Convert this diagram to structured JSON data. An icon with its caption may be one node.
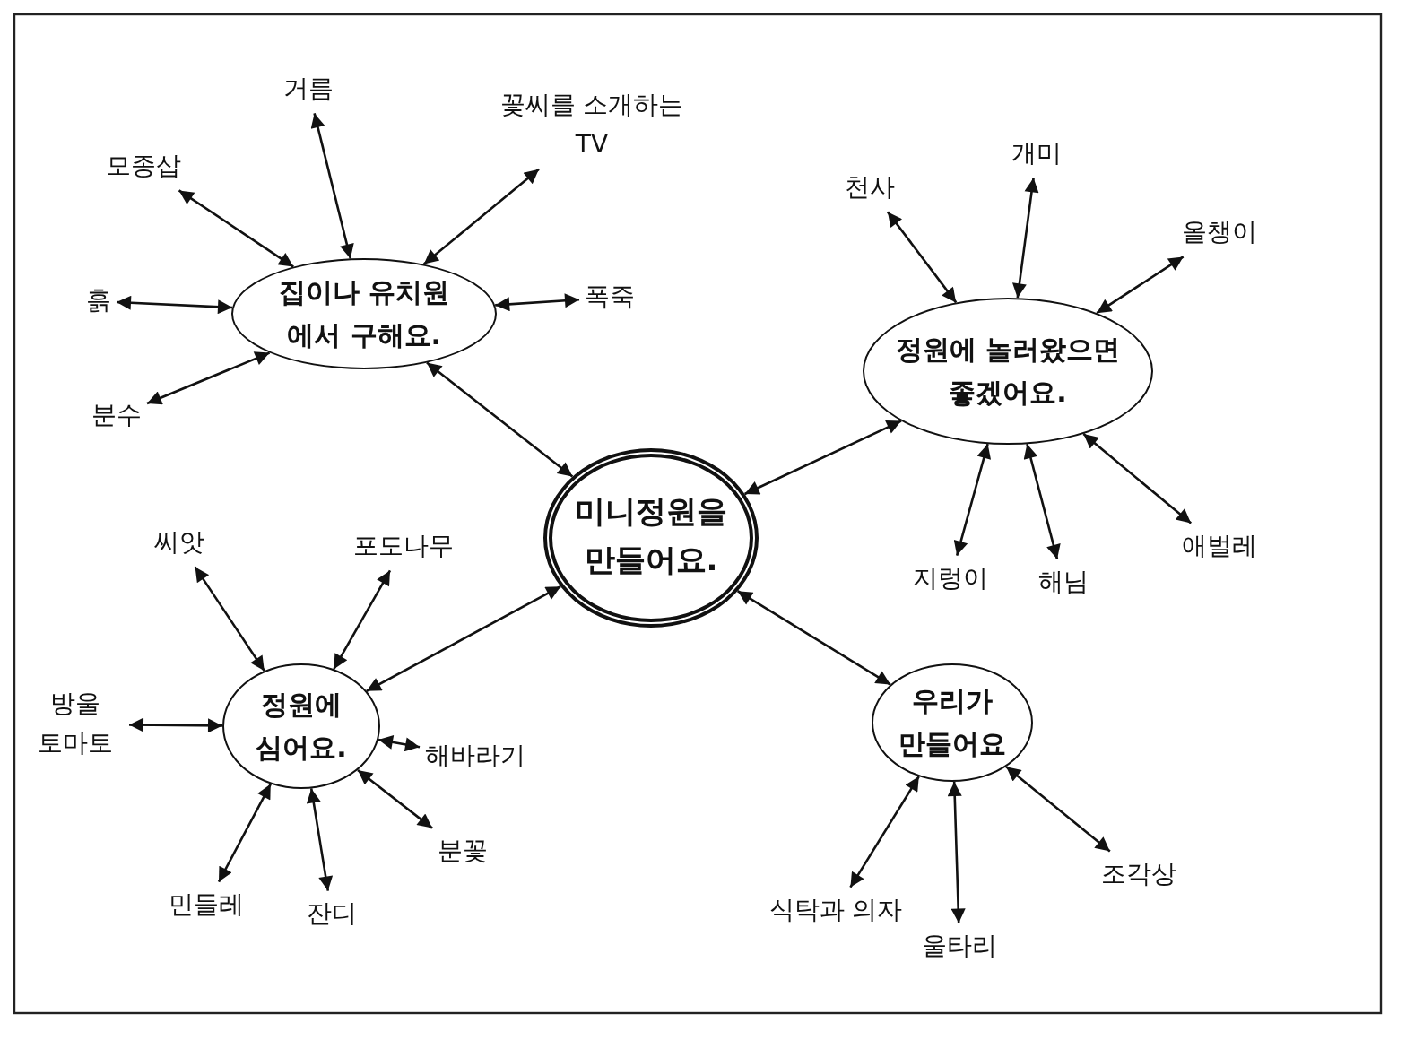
{
  "diagram": {
    "nodes": [
      {
        "text": [
          "미니정원을 만들어요."
        ]
      },
      {
        "text": [
          "집이나 유치원 에서 구해요."
        ]
      },
      {
        "text": [
          "모종삽"
        ]
      },
      {
        "text": [
          "거름"
        ]
      },
      {
        "text": [
          "꽃씨를 소개하는 TV"
        ]
      },
      {
        "text": [
          "흙"
        ]
      },
      {
        "text": [
          "폭죽"
        ]
      },
      {
        "text": [
          "분수"
        ]
      },
      {
        "text": [
          "정원에 놀러왔으면 좋겠어요."
        ]
      },
      {
        "text": [
          "천사"
        ]
      },
      {
        "text": [
          "개미"
        ]
      },
      {
        "text": [
          "올챙이"
        ]
      },
      {
        "text": [
          "지렁이"
        ]
      },
      {
        "text": [
          "해님"
        ]
      },
      {
        "text": [
          "애벌레"
        ]
      },
      {
        "text": [
          "정원에 심어요."
        ]
      },
      {
        "text": [
          "씨앗"
        ]
      },
      {
        "text": [
          "포도나무"
        ]
      },
      {
        "text": [
          "방울 토마토"
        ]
      },
      {
        "text": [
          "해바라기"
        ]
      },
      {
        "text": [
          "분꽃"
        ]
      },
      {
        "text": [
          "민들레"
        ]
      },
      {
        "text": [
          "잔디"
        ]
      },
      {
        "text": [
          "우리가 만들어요"
        ]
      },
      {
        "text": [
          "식탁과 의자"
        ]
      },
      {
        "text": [
          "울타리"
        ]
      },
      {
        "text": [
          "조각상"
        ]
      }
    ],
    "edges": [
      {
        "from": 0,
        "to": 1,
        "arrow": "both"
      },
      {
        "from": 0,
        "to": 8,
        "arrow": "both"
      },
      {
        "from": 0,
        "to": 15,
        "arrow": "both"
      },
      {
        "from": 0,
        "to": 23,
        "arrow": "both"
      },
      {
        "from": 1,
        "to": 2,
        "arrow": "both"
      },
      {
        "from": 1,
        "to": 3,
        "arrow": "both"
      },
      {
        "from": 1,
        "to": 4,
        "arrow": "both"
      },
      {
        "from": 1,
        "to": 5,
        "arrow": "both"
      },
      {
        "from": 1,
        "to": 6,
        "arrow": "both"
      },
      {
        "from": 1,
        "to": 7,
        "arrow": "both"
      },
      {
        "from": 8,
        "to": 9,
        "arrow": "both"
      },
      {
        "from": 8,
        "to": 10,
        "arrow": "both"
      },
      {
        "from": 8,
        "to": 11,
        "arrow": "both"
      },
      {
        "from": 8,
        "to": 12,
        "arrow": "both"
      },
      {
        "from": 8,
        "to": 13,
        "arrow": "both"
      },
      {
        "from": 8,
        "to": 14,
        "arrow": "both"
      },
      {
        "from": 15,
        "to": 16,
        "arrow": "both"
      },
      {
        "from": 15,
        "to": 17,
        "arrow": "both"
      },
      {
        "from": 15,
        "to": 18,
        "arrow": "both"
      },
      {
        "from": 15,
        "to": 19,
        "arrow": "both"
      },
      {
        "from": 15,
        "to": 20,
        "arrow": "both"
      },
      {
        "from": 15,
        "to": 21,
        "arrow": "both"
      },
      {
        "from": 15,
        "to": 22,
        "arrow": "both"
      },
      {
        "from": 23,
        "to": 24,
        "arrow": "both"
      },
      {
        "from": 23,
        "to": 25,
        "arrow": "both"
      },
      {
        "from": 23,
        "to": 26,
        "arrow": "both"
      }
    ]
  }
}
